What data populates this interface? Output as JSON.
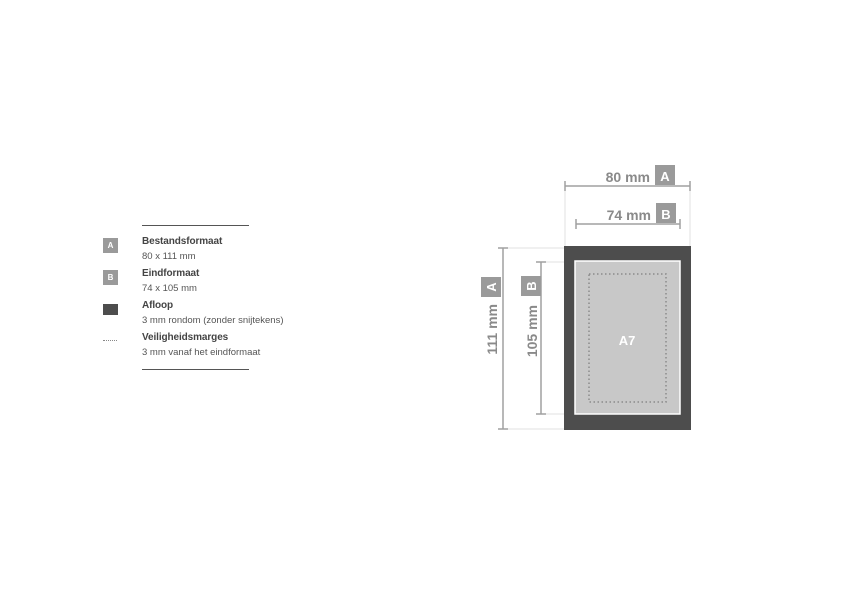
{
  "legend": {
    "items": [
      {
        "badge": "A",
        "title": "Bestandsformaat",
        "desc": "80 x 111 mm",
        "swatch": "letter"
      },
      {
        "badge": "B",
        "title": "Eindformaat",
        "desc": "74 x 105 mm",
        "swatch": "letter"
      },
      {
        "badge": "",
        "title": "Afloop",
        "desc": "3 mm rondom (zonder snijtekens)",
        "swatch": "bleed"
      },
      {
        "badge": "",
        "title": "Veiligheidsmarges",
        "desc": "3 mm vanaf het eindformaat",
        "swatch": "dots"
      }
    ]
  },
  "diagram": {
    "file_width": {
      "text": "80 mm",
      "badge": "A"
    },
    "final_width": {
      "text": "74 mm",
      "badge": "B"
    },
    "file_height": {
      "text": "111 mm",
      "badge": "A"
    },
    "final_height": {
      "text": "105 mm",
      "badge": "B"
    },
    "format_label": "A7"
  },
  "colors": {
    "bleed": "#4d4d4d",
    "trim": "#c8c8c8",
    "badge": "#9a9a9a",
    "dim_line": "#a0a0a0",
    "safety": "#8a8a8a"
  }
}
